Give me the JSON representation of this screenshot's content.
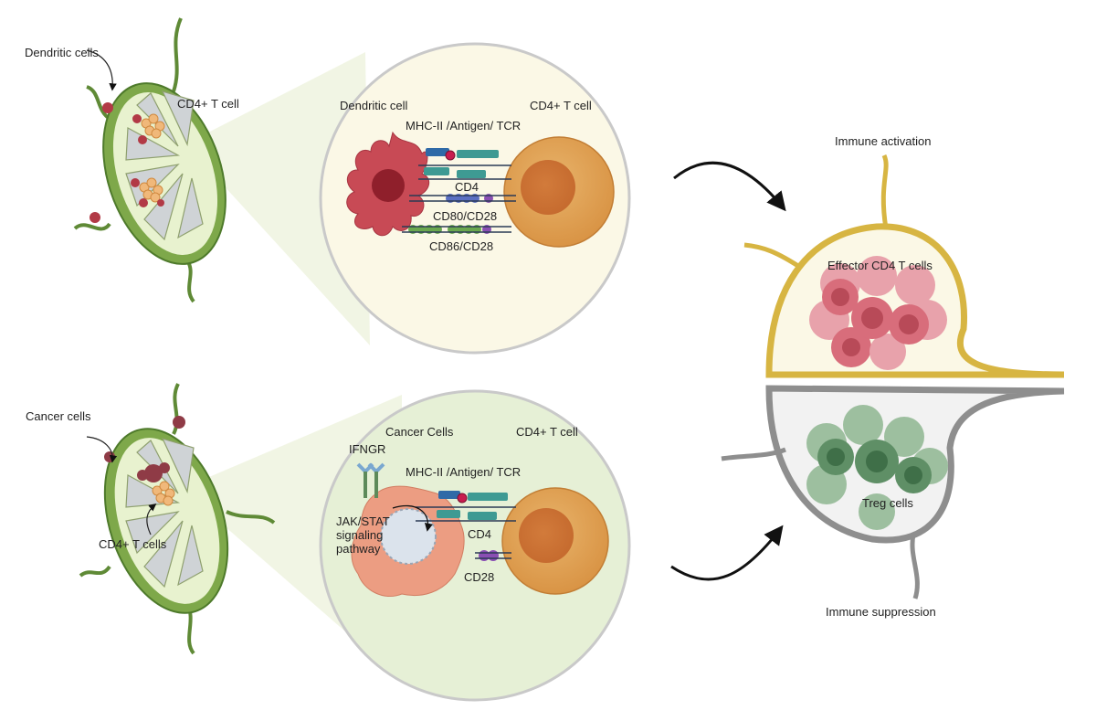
{
  "top_panel": {
    "side_label": "Dendritic cells",
    "node_label": "CD4+ T cell",
    "zoom": {
      "left_cell": "Dendritic cell",
      "right_cell": "CD4+ T cell",
      "complex": "MHC-II /Antigen/ TCR",
      "coreceptor": "CD4",
      "costim_1": "CD80/CD28",
      "costim_2": "CD86/CD28"
    }
  },
  "bottom_panel": {
    "side_label": "Cancer cells",
    "node_label": "CD4+ T cells",
    "zoom": {
      "left_cell": "Cancer Cells",
      "right_cell": "CD4+ T cell",
      "receptor": "IFNGR",
      "complex": "MHC-II /Antigen/ TCR",
      "pathway": "JAK/STAT signaling pathway",
      "coreceptor": "CD4",
      "costim": "CD28"
    }
  },
  "outcomes": {
    "activation": "Immune activation",
    "effector": "Effector CD4 T cells",
    "suppression": "Immune suppression",
    "treg": "Treg cells"
  },
  "colors": {
    "node_green": "#7ea84a",
    "node_light": "#e8f2cf",
    "zoom_top_bg": "#fbf8e6",
    "zoom_bottom_bg": "#e6f0d6",
    "dendritic": "#c84a55",
    "tcell": "#dea256",
    "cancer": "#ec9d82",
    "effector": "#d86d7b",
    "treg": "#5f8f66",
    "activation_wall": "#d7b542",
    "suppression_wall": "#8e8e8e"
  }
}
